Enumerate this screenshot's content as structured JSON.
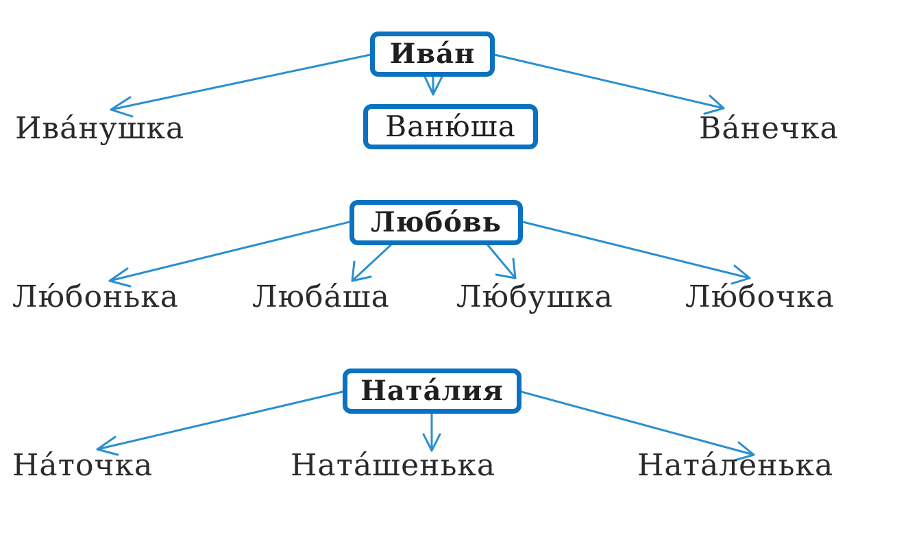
{
  "colors": {
    "box_border": "#0a72c0",
    "arrow": "#2a8fd0",
    "text": "#2a2a2a",
    "background": "#ffffff"
  },
  "groups": [
    {
      "root": "Ива́н",
      "derived": [
        {
          "label": "Ива́нушка",
          "highlighted": false
        },
        {
          "label": "Ваню́ша",
          "highlighted": true
        },
        {
          "label": "Ва́нечка",
          "highlighted": false
        }
      ]
    },
    {
      "root": "Любо́вь",
      "derived": [
        {
          "label": "Лю́бонька",
          "highlighted": false
        },
        {
          "label": "Люба́ша",
          "highlighted": false
        },
        {
          "label": "Лю́бушка",
          "highlighted": false
        },
        {
          "label": "Лю́бочка",
          "highlighted": false
        }
      ]
    },
    {
      "root": "Ната́лия",
      "derived": [
        {
          "label": "На́точка",
          "highlighted": false
        },
        {
          "label": "Ната́шенька",
          "highlighted": false
        },
        {
          "label": "Ната́ленька",
          "highlighted": false
        }
      ]
    }
  ]
}
